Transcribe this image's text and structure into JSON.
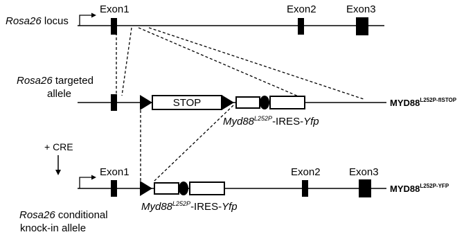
{
  "rows": {
    "locus": {
      "label_italic": "Rosa26",
      "label_rest": " locus",
      "exons": [
        "Exon1",
        "Exon2",
        "Exon3"
      ]
    },
    "targeted": {
      "label_italic": "Rosa26",
      "label_rest": " targeted",
      "label_line2": "allele",
      "stop_label": "STOP",
      "cassette": {
        "gene_italic": "Myd88",
        "gene_sup": "L252P",
        "middle": "-IRES-",
        "reporter_italic": "Yfp"
      },
      "allele": {
        "name": "MYD88",
        "sup": "L252P-flSTOP"
      }
    },
    "cre": {
      "label": "+ CRE"
    },
    "conditional": {
      "label_italic": "Rosa26",
      "label_rest": " conditional",
      "label_line2": "knock-in allele",
      "exons": [
        "Exon1",
        "Exon2",
        "Exon3"
      ],
      "cassette": {
        "gene_italic": "Myd88",
        "gene_sup": "L252P",
        "middle": "-IRES-",
        "reporter_italic": "Yfp"
      },
      "allele": {
        "name": "MYD88",
        "sup": "L252P-YFP"
      }
    }
  }
}
